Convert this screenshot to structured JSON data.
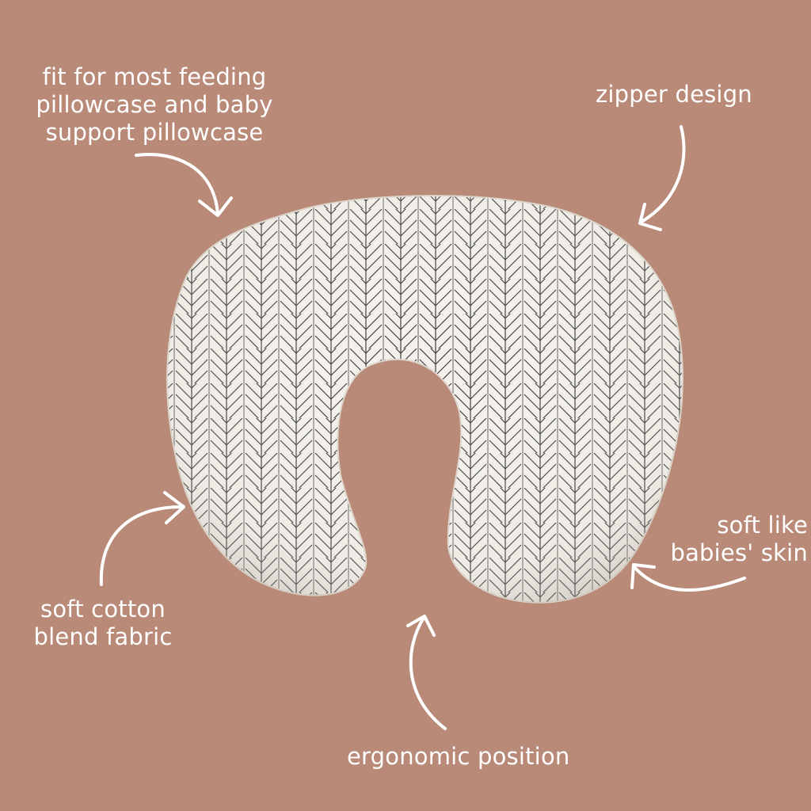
{
  "background_color": "#b98a78",
  "pillow": {
    "fabric_color": "#f4f1ec",
    "pattern_color": "#3a3a3a",
    "pattern_icon": "herringbone-pattern"
  },
  "callouts": {
    "fit": {
      "line1": "fit for most feeding",
      "line2": "pillowcase and baby",
      "line3": "support pillowcase"
    },
    "zipper": {
      "line1": "zipper design"
    },
    "soft_skin": {
      "line1": "soft like",
      "line2": "babies' skin"
    },
    "cotton": {
      "line1": "soft cotton",
      "line2": "blend fabric"
    },
    "ergonomic": {
      "line1": "ergonomic position"
    }
  }
}
